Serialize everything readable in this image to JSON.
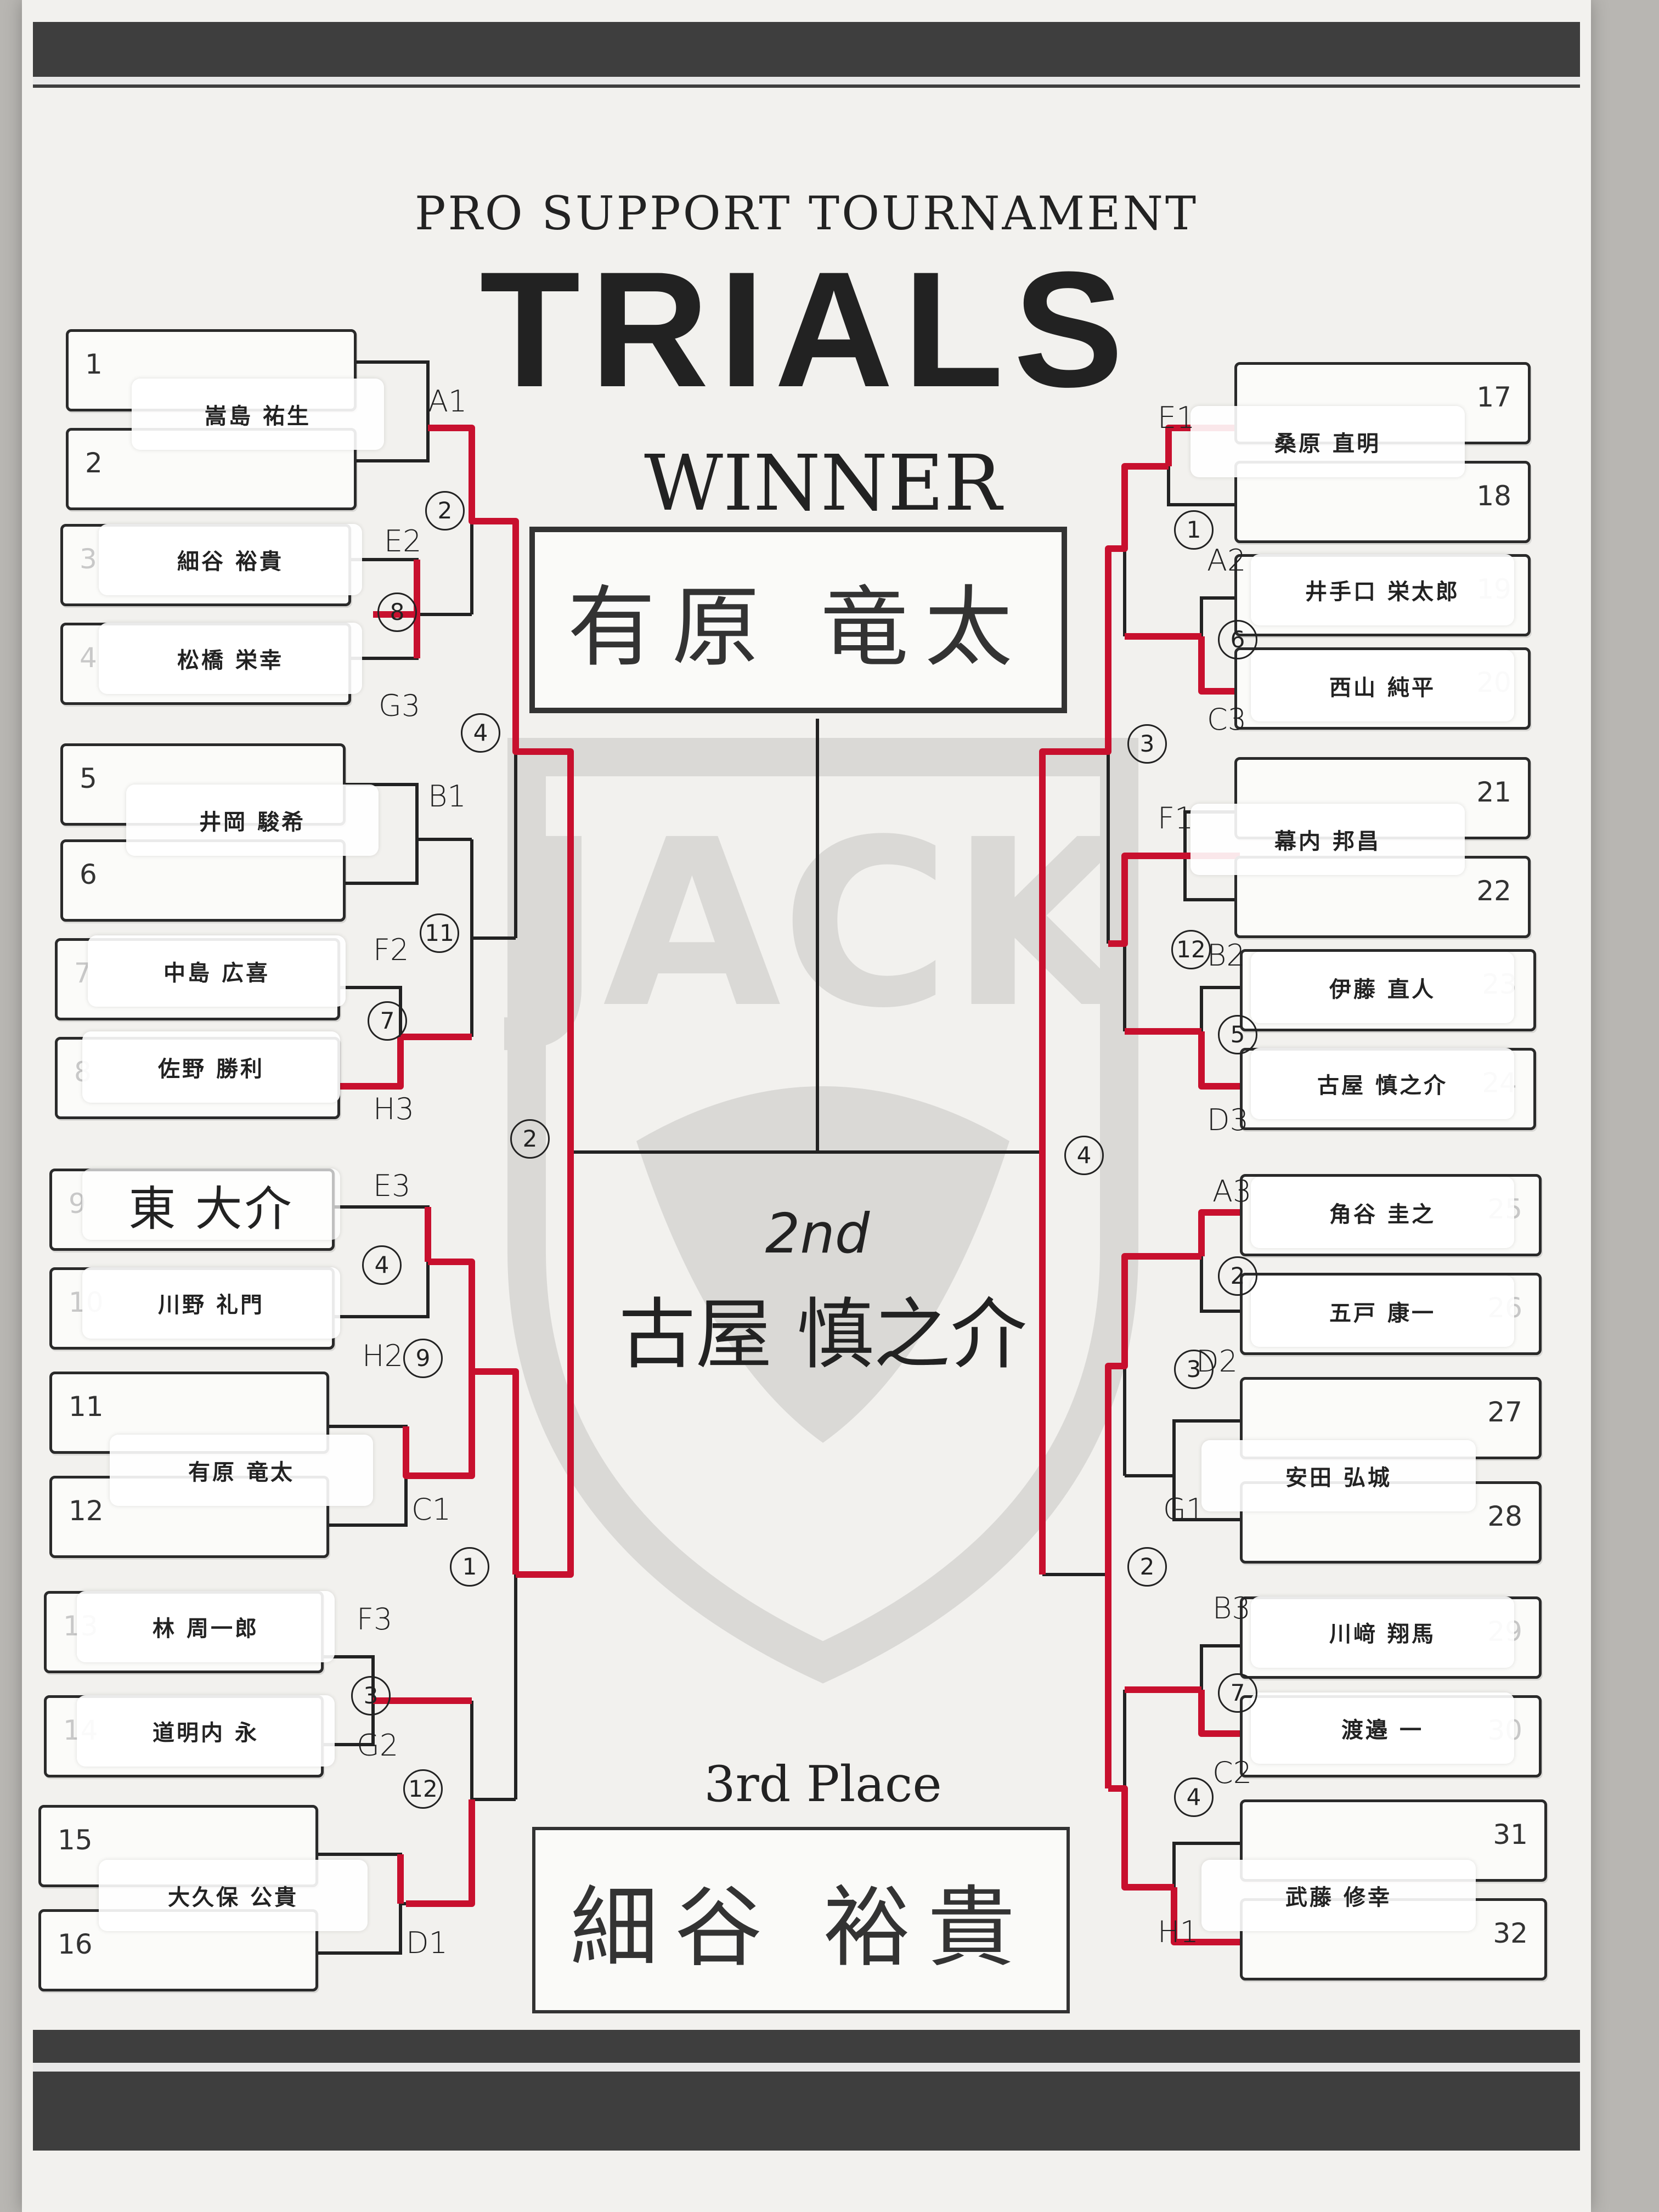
{
  "colors": {
    "bg": "#b8b6b2",
    "paper": "#f2f1ee",
    "line": "#222222",
    "marker": "#c8102e"
  },
  "subtitle": "PRO SUPPORT TOURNAMENT",
  "title": "TRIALS",
  "winner": {
    "label": "WINNER",
    "name": "有原 竜太"
  },
  "second": {
    "label": "2nd",
    "name": "古屋 慎之介"
  },
  "third": {
    "label": "3rd Place",
    "name": "細谷 裕貴"
  },
  "left_slots": [
    {
      "num": "1",
      "faded": false
    },
    {
      "num": "2",
      "faded": false
    },
    {
      "num": "3",
      "faded": true
    },
    {
      "num": "4",
      "faded": true
    },
    {
      "num": "5",
      "faded": false
    },
    {
      "num": "6",
      "faded": false
    },
    {
      "num": "7",
      "faded": true
    },
    {
      "num": "8",
      "faded": true
    },
    {
      "num": "9",
      "faded": true
    },
    {
      "num": "10",
      "faded": true
    },
    {
      "num": "11",
      "faded": false
    },
    {
      "num": "12",
      "faded": false
    },
    {
      "num": "13",
      "faded": true
    },
    {
      "num": "14",
      "faded": true
    },
    {
      "num": "15",
      "faded": false
    },
    {
      "num": "16",
      "faded": false
    }
  ],
  "right_slots": [
    {
      "num": "17",
      "faded": false
    },
    {
      "num": "18",
      "faded": false
    },
    {
      "num": "19",
      "faded": true
    },
    {
      "num": "20",
      "faded": true
    },
    {
      "num": "21",
      "faded": false
    },
    {
      "num": "22",
      "faded": false
    },
    {
      "num": "23",
      "faded": true
    },
    {
      "num": "24",
      "faded": true
    },
    {
      "num": "25",
      "faded": true
    },
    {
      "num": "26",
      "faded": true
    },
    {
      "num": "27",
      "faded": false
    },
    {
      "num": "28",
      "faded": false
    },
    {
      "num": "29",
      "faded": true
    },
    {
      "num": "30",
      "faded": true
    },
    {
      "num": "31",
      "faded": false
    },
    {
      "num": "32",
      "faded": false
    }
  ],
  "names": {
    "n1": "嵩島 祐生",
    "n3": "細谷 裕貴",
    "n4": "松橋 栄幸",
    "n5": "井岡 駿希",
    "n7": "中島 広喜",
    "n8": "佐野 勝利",
    "n9": "東 大介",
    "n10": "川野 礼門",
    "n11": "有原 竜太",
    "n13": "林 周一郎",
    "n14": "道明内 永",
    "n15": "大久保 公貴",
    "n17": "桑原 直明",
    "n19": "井手口 栄太郎",
    "n20": "西山 純平",
    "n21": "幕内 邦昌",
    "n23": "伊藤 直人",
    "n24": "古屋 慎之介",
    "n25": "角谷 圭之",
    "n26": "五戸 康一",
    "n27": "安田 弘城",
    "n29": "川﨑 翔馬",
    "n30": "渡邉 一",
    "n31": "武藤 修幸"
  },
  "match_labels": {
    "A1": "A1",
    "E2": "E2",
    "G3": "G3",
    "B1": "B1",
    "F2": "F2",
    "H3": "H3",
    "E3": "E3",
    "H2": "H2",
    "C1": "C1",
    "F3": "F3",
    "G2": "G2",
    "D1": "D1",
    "E1": "E1",
    "A2": "A2",
    "C3": "C3",
    "F1": "F1",
    "B2": "B2",
    "D3": "D3",
    "A3": "A3",
    "D2": "D2",
    "G1": "G1",
    "B3": "B3",
    "C2": "C2",
    "H1": "H1"
  },
  "circled": {
    "c1": "2",
    "c2": "8",
    "c3": "4",
    "c4": "11",
    "c5": "7",
    "c6": "2",
    "c7": "4",
    "c8": "9",
    "c9": "1",
    "c10": "3",
    "c11": "12",
    "c12": "1",
    "c13": "6",
    "c14": "3",
    "c15": "12",
    "c16": "5",
    "c17": "4",
    "c18": "2",
    "c19": "3",
    "c20": "2",
    "c21": "7",
    "c22": "4"
  }
}
